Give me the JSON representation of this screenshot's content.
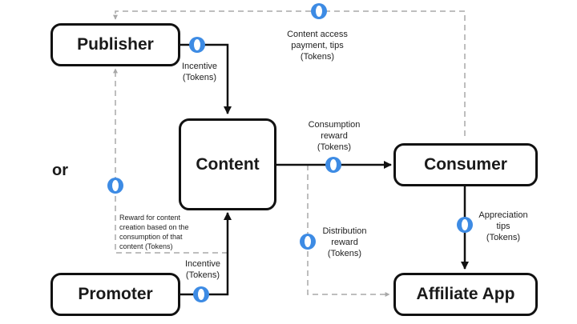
{
  "nodes": {
    "publisher": "Publisher",
    "content": "Content",
    "consumer": "Consumer",
    "promoter": "Promoter",
    "affiliate": "Affiliate App"
  },
  "or_label": "or",
  "labels": {
    "content_access": [
      "Content access",
      "payment, tips",
      "(Tokens)"
    ],
    "incentive_top": [
      "Incentive",
      "(Tokens)"
    ],
    "consumption_reward": [
      "Consumption",
      "reward",
      "(Tokens)"
    ],
    "distribution_reward": [
      "Distribution",
      "reward",
      "(Tokens)"
    ],
    "appreciation_tips": [
      "Appreciation",
      "tips",
      "(Tokens)"
    ],
    "reward_for_content": [
      "Reward for content",
      "creation based on the",
      "consumption of that",
      "content (Tokens)"
    ],
    "incentive_bottom": [
      "Incentive",
      "(Tokens)"
    ]
  },
  "colors": {
    "token": "#3d8be4",
    "box_border": "#111111",
    "dashed_line": "#a8a8a8"
  },
  "icons": {
    "token": "token-coin-icon"
  }
}
